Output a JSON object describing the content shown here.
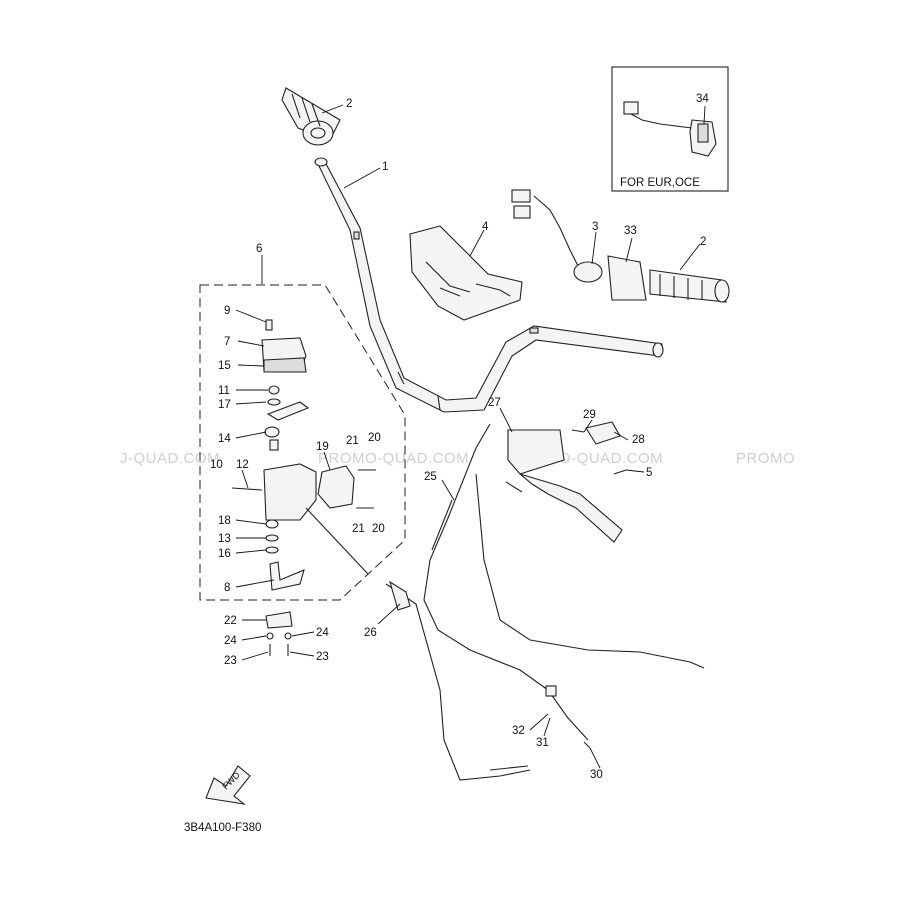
{
  "watermark": {
    "texts": [
      "J-QUAD.COM",
      "PROMO-QUAD.COM",
      "PROMO-QUAD.COM",
      "PROMO"
    ],
    "color": "#cfcfcf"
  },
  "inset_caption": "FOR EUR,OCE",
  "diagram_code": "3B4A100-F380",
  "fwd_label": "FWD",
  "callouts": {
    "c1": "1",
    "c2a": "2",
    "c2b": "2",
    "c3": "3",
    "c4": "4",
    "c5": "5",
    "c6": "6",
    "c7": "7",
    "c8": "8",
    "c9": "9",
    "c10": "10",
    "c11": "11",
    "c12": "12",
    "c13": "13",
    "c14": "14",
    "c15": "15",
    "c16": "16",
    "c17": "17",
    "c18": "18",
    "c19": "19",
    "c20a": "20",
    "c20b": "20",
    "c21a": "21",
    "c21b": "21",
    "c22": "22",
    "c23a": "23",
    "c23b": "23",
    "c24a": "24",
    "c24b": "24",
    "c25": "25",
    "c26": "26",
    "c27": "27",
    "c28": "28",
    "c29": "29",
    "c30": "30",
    "c31": "31",
    "c32": "32",
    "c33": "33",
    "c34": "34"
  }
}
